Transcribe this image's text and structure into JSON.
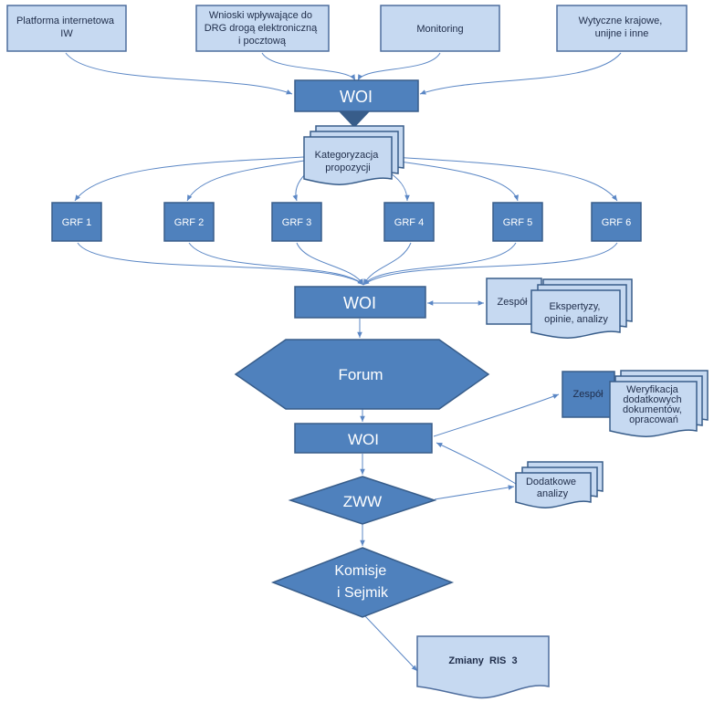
{
  "colors": {
    "light_fill": "#c6d9f1",
    "light_stroke": "#4f6e9e",
    "dark_fill": "#4f81bd",
    "dark_stroke": "#385d8a",
    "connector": "#5b87c5"
  },
  "sources": {
    "platforma": [
      "Platforma internetowa",
      "IW"
    ],
    "wnioski": [
      "Wnioski wpływające do",
      "DRG drogą elektroniczną",
      "i pocztową"
    ],
    "monitoring": [
      "Monitoring"
    ],
    "wytyczne": [
      "Wytyczne krajowe,",
      "unijne i inne"
    ]
  },
  "woi": "WOI",
  "kategoryzacja": [
    "Kategoryzacja",
    "propozycji"
  ],
  "grf": [
    "GRF 1",
    "GRF 2",
    "GRF 3",
    "GRF 4",
    "GRF 5",
    "GRF 6"
  ],
  "zespol": "Zespół",
  "ekspertyzy": [
    "Ekspertyzy,",
    "opinie, analizy"
  ],
  "forum": "Forum",
  "weryfikacja": [
    "Weryfikacja",
    "dodatkowych",
    "dokumentów,",
    "opracowań"
  ],
  "dodatkowe": [
    "Dodatkowe",
    "analizy"
  ],
  "zww": "ZWW",
  "komisje": [
    "Komisje",
    "i Sejmik"
  ],
  "zmiany": "Zmiany  RIS  3"
}
